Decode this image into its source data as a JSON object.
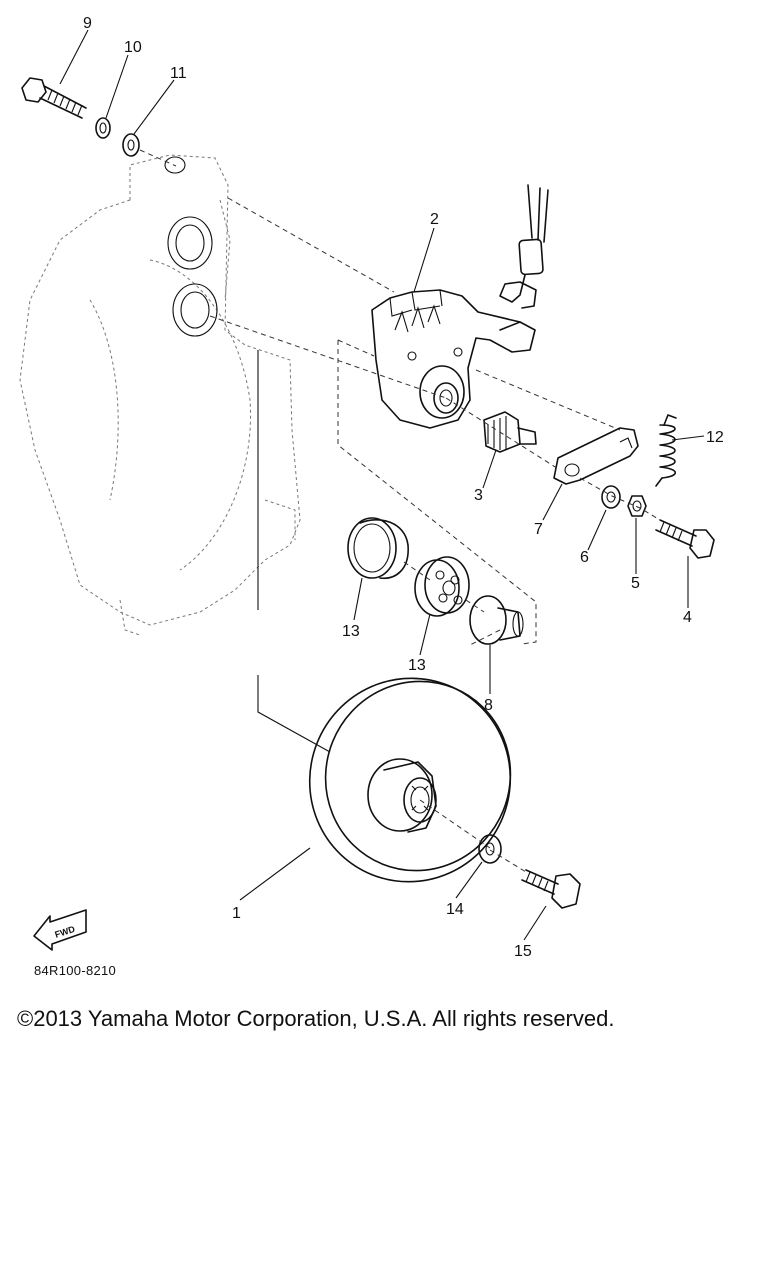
{
  "diagram": {
    "callouts": [
      {
        "id": "c1",
        "text": "1"
      },
      {
        "id": "c2",
        "text": "2"
      },
      {
        "id": "c3",
        "text": "3"
      },
      {
        "id": "c4",
        "text": "4"
      },
      {
        "id": "c5",
        "text": "5"
      },
      {
        "id": "c6",
        "text": "6"
      },
      {
        "id": "c7",
        "text": "7"
      },
      {
        "id": "c8",
        "text": "8"
      },
      {
        "id": "c9",
        "text": "9"
      },
      {
        "id": "c10",
        "text": "10"
      },
      {
        "id": "c11",
        "text": "11"
      },
      {
        "id": "c12",
        "text": "12"
      },
      {
        "id": "c13a",
        "text": "13"
      },
      {
        "id": "c13b",
        "text": "13"
      },
      {
        "id": "c14",
        "text": "14"
      },
      {
        "id": "c15",
        "text": "15"
      }
    ],
    "fwd_label": "FWD",
    "part_code": "84R100-8210"
  },
  "footer": {
    "copyright": "©2013 Yamaha Motor Corporation, U.S.A. All rights reserved."
  }
}
